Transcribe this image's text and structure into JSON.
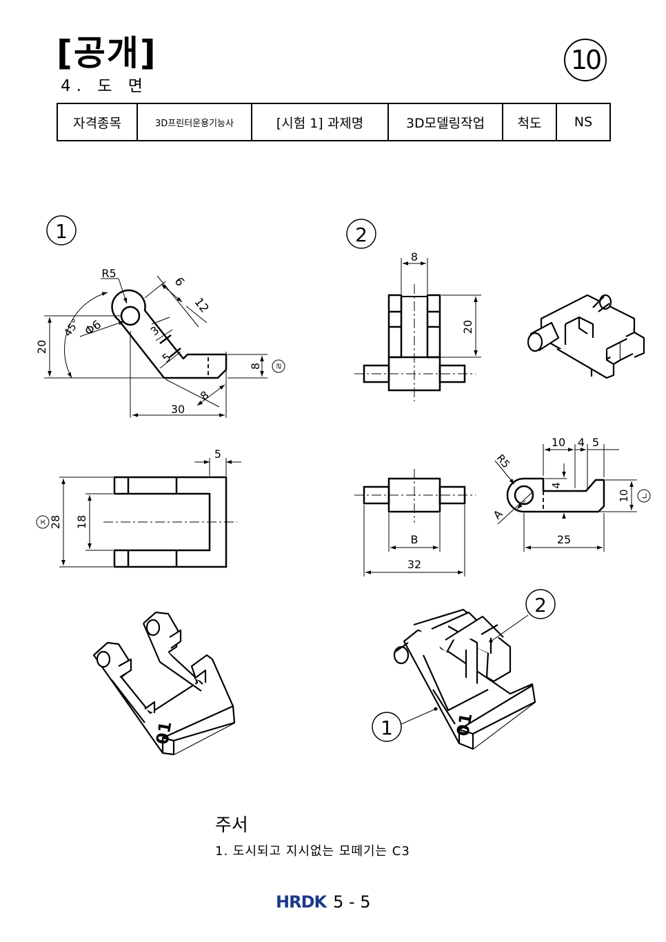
{
  "header": {
    "title": "[공개]",
    "subtitle": "4. 도 면",
    "badge": "10"
  },
  "info_table": {
    "cells": [
      "자격종목",
      "3D프린터운용기능사",
      "[시험 1] 과제명",
      "3D모델링작업",
      "척도",
      "NS"
    ]
  },
  "views": {
    "v1_label": "1",
    "v2_label": "2",
    "dims": {
      "r5": "R5",
      "phi6": "Φ6",
      "deg45": "45°",
      "d6": "6",
      "d12": "12",
      "d3": "3",
      "d5": "5",
      "d20a": "20",
      "d8a": "8",
      "d8b": "8",
      "d30": "30",
      "ref_r": "ㄹ",
      "d8top": "8",
      "d20b": "20",
      "d5top": "5",
      "d28": "28",
      "d18": "18",
      "ref_j": "ㅈ",
      "d10": "10",
      "d4a": "4",
      "d5b": "5",
      "r5b": "R5",
      "d4b": "4",
      "d10b": "10",
      "ref_n": "ㄴ",
      "label_a": "A",
      "d25": "25",
      "label_b": "B",
      "d32": "32"
    },
    "part_mark": "01",
    "callout1": "1",
    "callout2": "2"
  },
  "notes": {
    "title": "주서",
    "items": [
      "1. 도시되고 지시없는 모떼기는 C3"
    ]
  },
  "footer": {
    "logo": "HRDK",
    "page": "5 - 5"
  }
}
